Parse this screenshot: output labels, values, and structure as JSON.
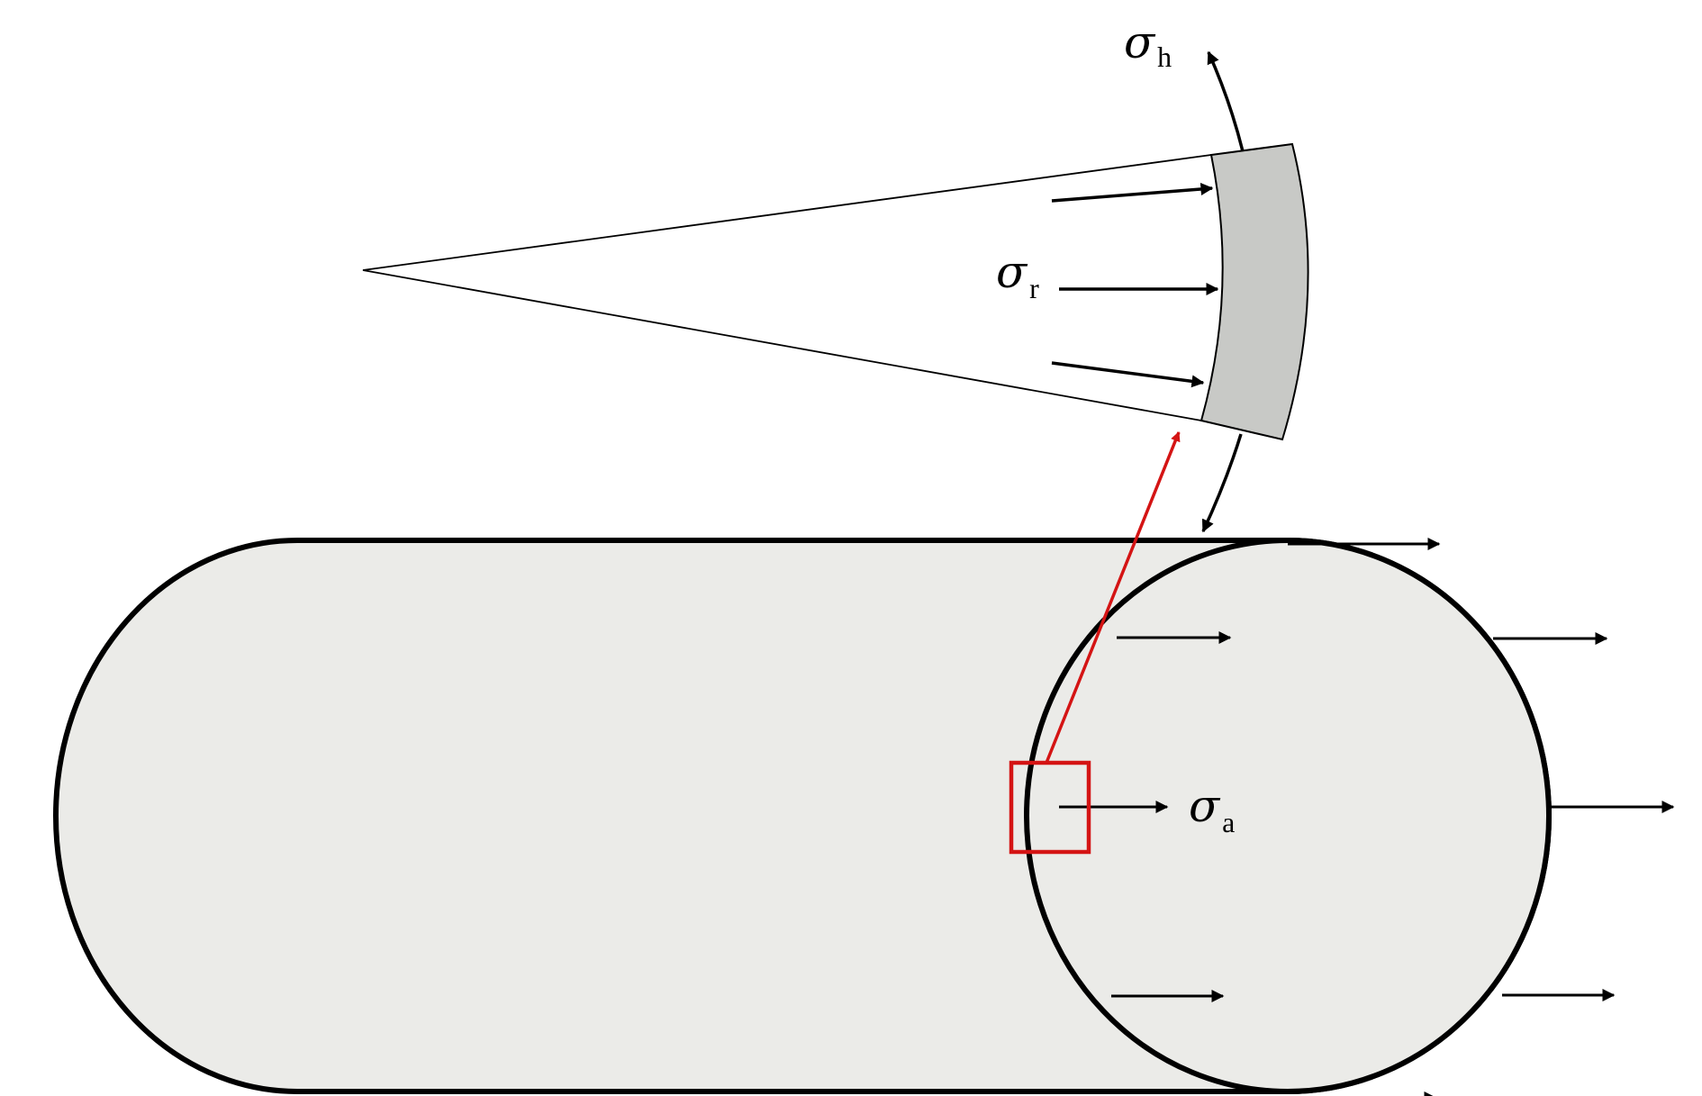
{
  "labels": {
    "hoop": {
      "symbol": "σ",
      "subscript": "h"
    },
    "radial": {
      "symbol": "σ",
      "subscript": "r"
    },
    "axial": {
      "symbol": "σ",
      "subscript": "a"
    }
  },
  "colors": {
    "outline": "#000000",
    "vessel_fill": "#ebebe8",
    "wall_fill": "#c8c9c6",
    "highlight": "#d41414"
  }
}
